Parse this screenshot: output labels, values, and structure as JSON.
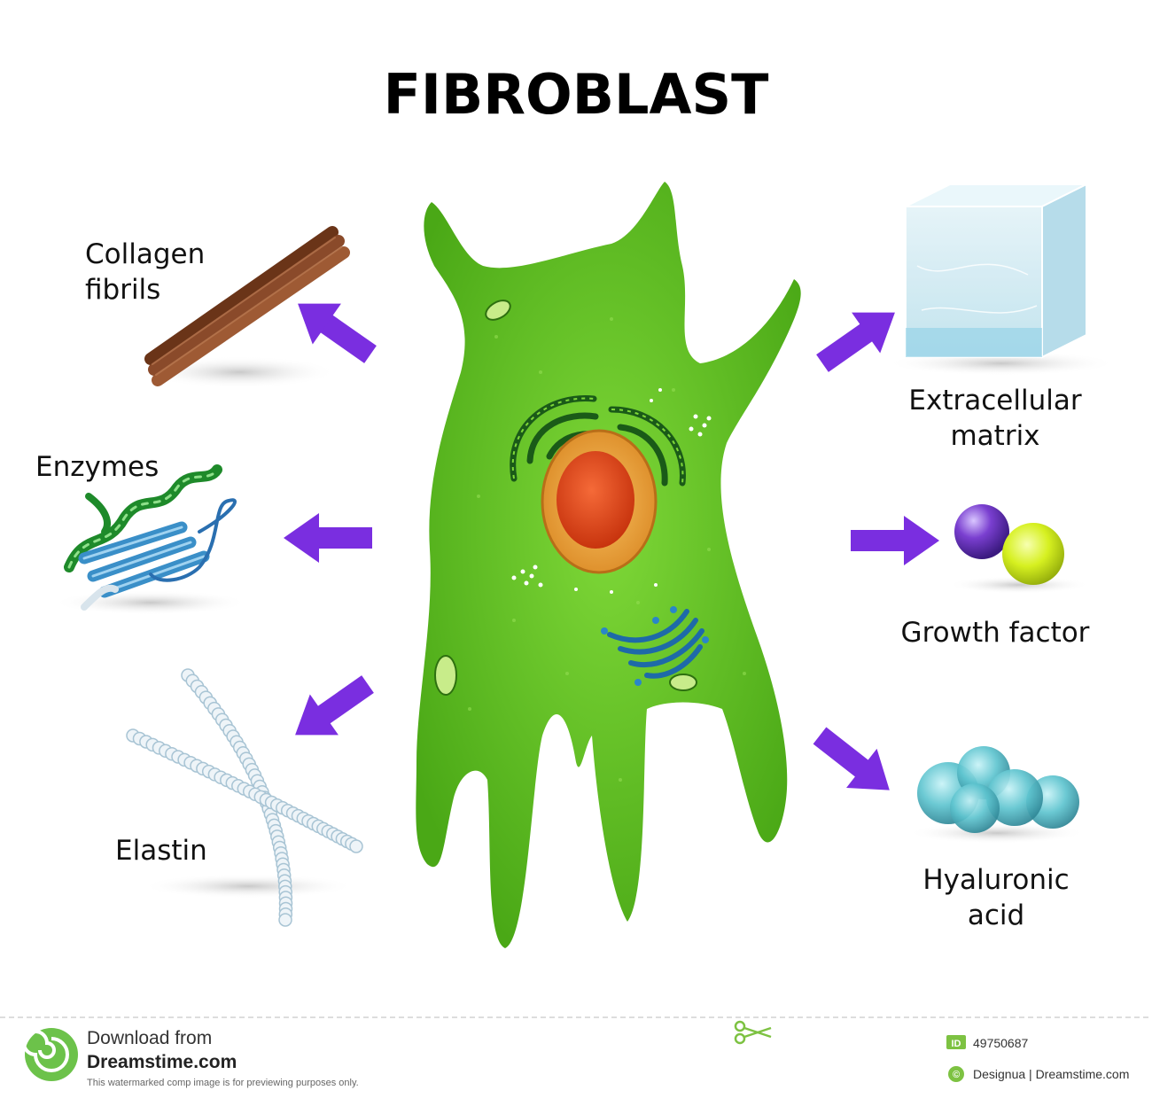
{
  "title": "FIBROBLAST",
  "labels": {
    "collagen_line1": "Collagen",
    "collagen_line2": "fibrils",
    "enzymes": "Enzymes",
    "elastin": "Elastin",
    "ecm_line1": "Extracellular",
    "ecm_line2": "matrix",
    "growth_factor": "Growth factor",
    "hyaluronic_line1": "Hyaluronic",
    "hyaluronic_line2": "acid"
  },
  "footer": {
    "download_from": "Download from",
    "site": "Dreamstime.com",
    "notice": "This watermarked comp image is for previewing purposes only.",
    "id_badge": "ID",
    "image_id": "49750687",
    "credit": "Designua | Dreamstime.com"
  },
  "colors": {
    "cell": "#5cbf1f",
    "arrow": "#7a2ee0",
    "nucleus": "#f0a53a",
    "nucleolus": "#e04a1e",
    "collagen": "#8a4a2a",
    "sphere_purple": "#7a3fd0",
    "sphere_yellow": "#d6f020",
    "hyaluronic": "#5ec4cf"
  }
}
